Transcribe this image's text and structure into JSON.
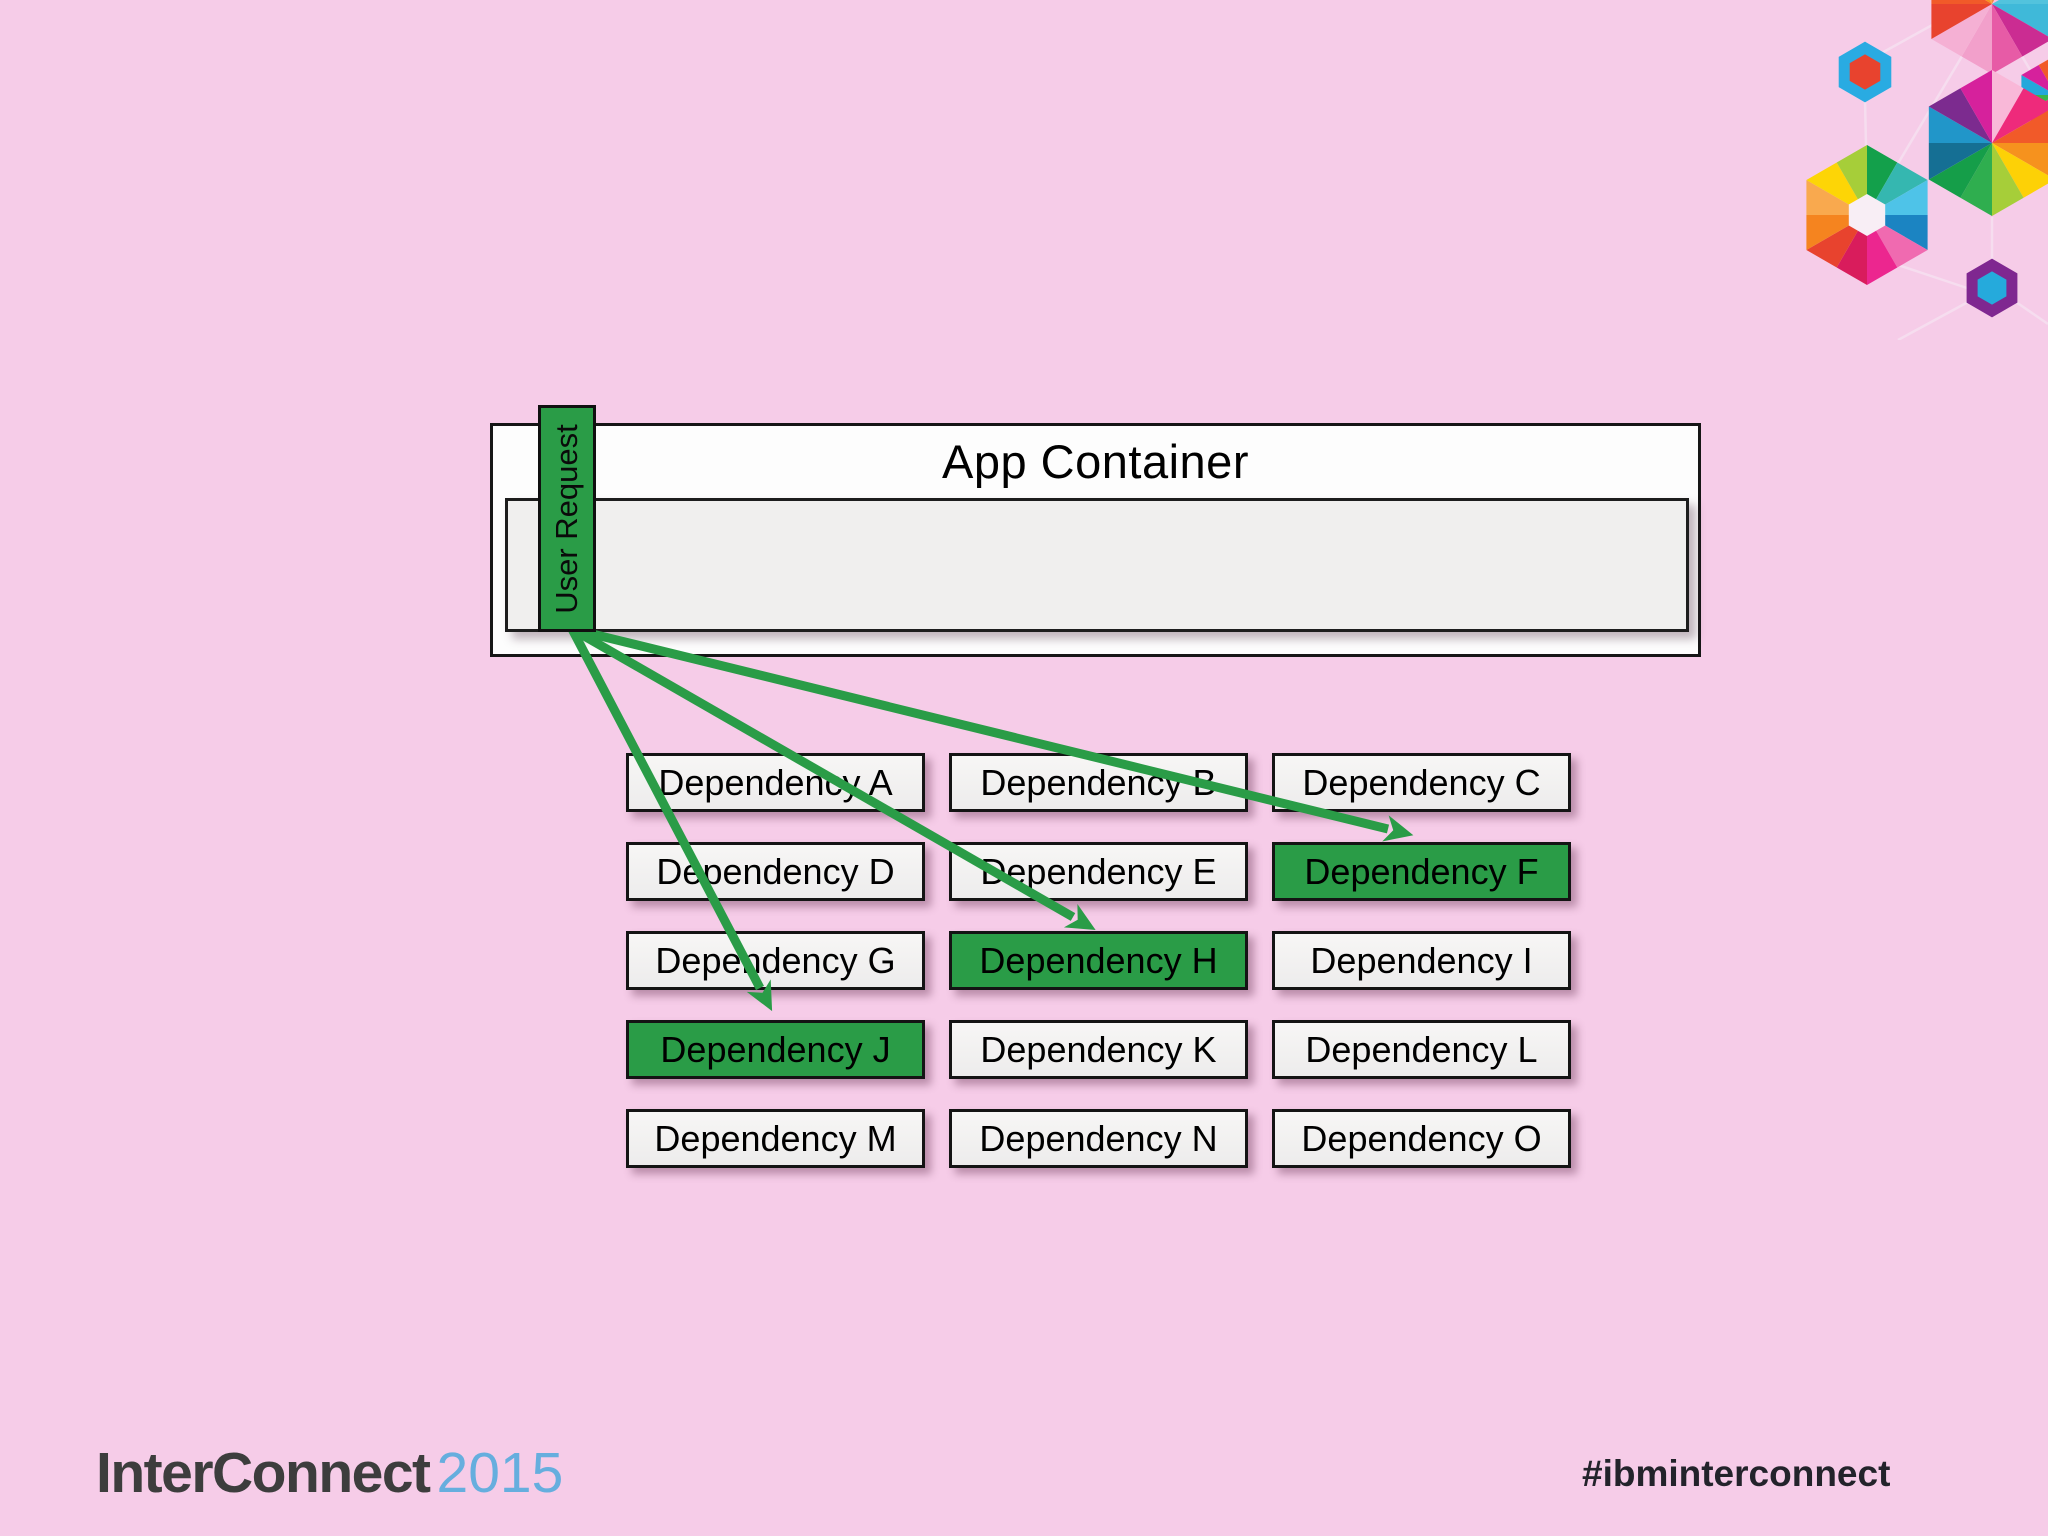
{
  "slide": {
    "app_container": {
      "title": "App Container"
    },
    "user_request_label": "User Request",
    "dependencies": [
      {
        "label": "Dependency A",
        "highlighted": false
      },
      {
        "label": "Dependency B",
        "highlighted": false
      },
      {
        "label": "Dependency C",
        "highlighted": false
      },
      {
        "label": "Dependency D",
        "highlighted": false
      },
      {
        "label": "Dependency E",
        "highlighted": false
      },
      {
        "label": "Dependency F",
        "highlighted": true
      },
      {
        "label": "Dependency G",
        "highlighted": false
      },
      {
        "label": "Dependency H",
        "highlighted": true
      },
      {
        "label": "Dependency I",
        "highlighted": false
      },
      {
        "label": "Dependency J",
        "highlighted": true
      },
      {
        "label": "Dependency K",
        "highlighted": false
      },
      {
        "label": "Dependency L",
        "highlighted": false
      },
      {
        "label": "Dependency M",
        "highlighted": false
      },
      {
        "label": "Dependency N",
        "highlighted": false
      },
      {
        "label": "Dependency O",
        "highlighted": false
      }
    ],
    "arrows": [
      {
        "from": "User Request",
        "to": "Dependency F"
      },
      {
        "from": "User Request",
        "to": "Dependency H"
      },
      {
        "from": "User Request",
        "to": "Dependency J"
      }
    ],
    "footer": {
      "brand": "InterConnect",
      "year": "2015",
      "hashtag": "#ibminterconnect"
    },
    "colors": {
      "background_pink": "#f6cce8",
      "accent_green": "#2a9c47",
      "box_fill": "#f2f1f0",
      "box_border": "#141414",
      "brand_text": "#3d3d3d",
      "brand_year_blue": "#66aede",
      "hashtag_text": "#23232b"
    }
  }
}
